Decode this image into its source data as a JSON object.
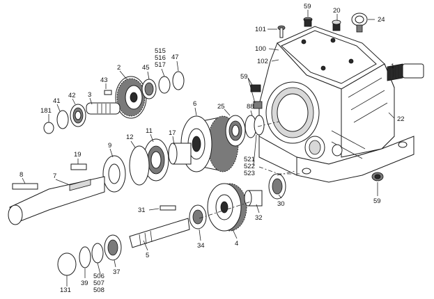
{
  "labels": {
    "p1": "1",
    "p2": "2",
    "p3": "3",
    "p4": "4",
    "p5": "5",
    "p6": "6",
    "p7": "7",
    "p8": "8",
    "p9": "9",
    "p11": "11",
    "p12": "12",
    "p17": "17",
    "p19": "19",
    "p20": "20",
    "p22": "22",
    "p24": "24",
    "p25": "25",
    "p30": "30",
    "p31": "31",
    "p32": "32",
    "p34": "34",
    "p37": "37",
    "p39": "39",
    "p41": "41",
    "p42": "42",
    "p43": "43",
    "p45": "45",
    "p47": "47",
    "p59a": "59",
    "p59b": "59",
    "p59c": "59",
    "p88": "88",
    "p100": "100",
    "p101": "101",
    "p102": "102",
    "p131": "131",
    "p181": "181",
    "p515": "515",
    "p516": "516",
    "p517": "517",
    "p521": "521",
    "p522": "522",
    "p523": "523",
    "p506": "506",
    "p507": "507",
    "p508": "508"
  }
}
